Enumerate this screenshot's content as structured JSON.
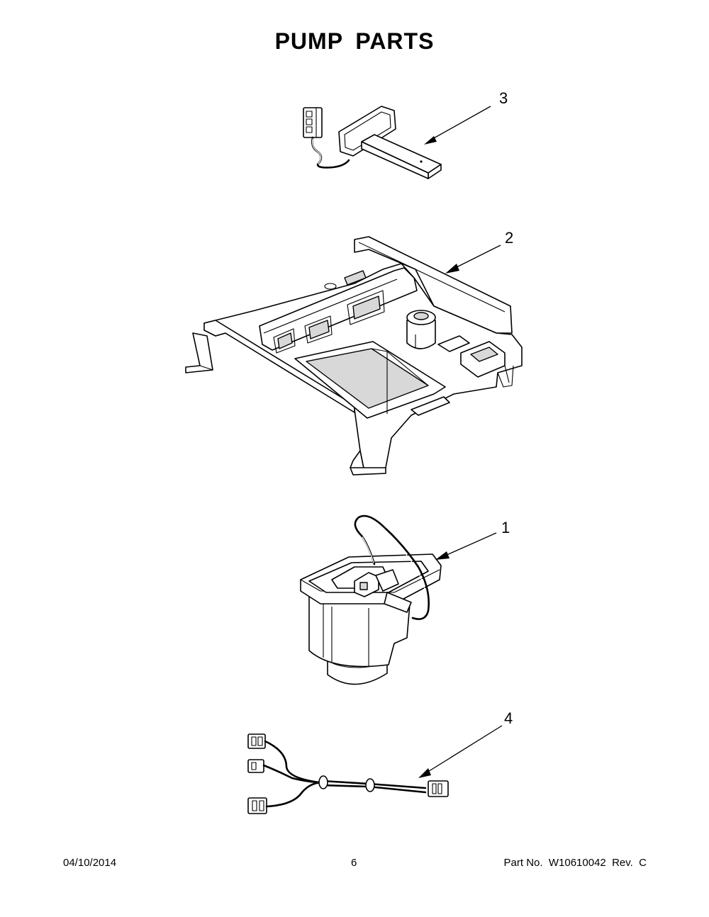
{
  "title": "PUMP  PARTS",
  "callouts": [
    {
      "id": "3",
      "label": "3"
    },
    {
      "id": "2",
      "label": "2"
    },
    {
      "id": "1",
      "label": "1"
    },
    {
      "id": "4",
      "label": "4"
    }
  ],
  "footer": {
    "date": "04/10/2014",
    "page": "6",
    "part": "Part No.  W10610042  Rev.  C"
  }
}
